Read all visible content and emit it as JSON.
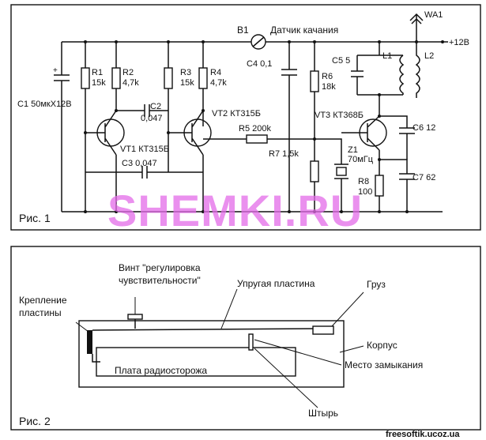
{
  "figure1": {
    "caption": "Рис. 1",
    "components": {
      "b1": "B1",
      "sensor": "Датчик качания",
      "wa1": "WA1",
      "supply": "+12В",
      "c1": "C1 50мкХ12В",
      "r1": "R1",
      "r1v": "15k",
      "r2": "R2",
      "r2v": "4,7k",
      "r3": "R3",
      "r3v": "15k",
      "r4": "R4",
      "r4v": "4,7k",
      "c2": "C2",
      "c2v": "0,047",
      "c3": "C3 0,047",
      "vt1": "VT1 КТ315Б",
      "vt2": "VT2 КТ315Б",
      "r5": "R5 200k",
      "r7": "R7 1,5k",
      "c4": "C4 0,1",
      "r6": "R6",
      "r6v": "18k",
      "vt3": "VT3 КТ368Б",
      "c5": "C5 5",
      "l1": "L1",
      "l2": "L2",
      "c6": "C6 12",
      "z1": "Z1",
      "z1v": "70мГц",
      "r8": "R8",
      "r8v": "100",
      "c7": "C7 62",
      "plus": "+"
    }
  },
  "figure2": {
    "caption": "Рис. 2",
    "labels": {
      "screw": "Винт \"регулировка",
      "screw2": "чувствительности\"",
      "plate": "Упругая пластина",
      "weight": "Груз",
      "mount1": "Крепление",
      "mount2": "пластины",
      "body": "Корпус",
      "board": "Плата радиосторожа",
      "contact": "Место замыкания",
      "pin": "Штырь"
    }
  },
  "watermark": "SHEMKI.RU",
  "footer": "freesoftik.ucoz.ua"
}
